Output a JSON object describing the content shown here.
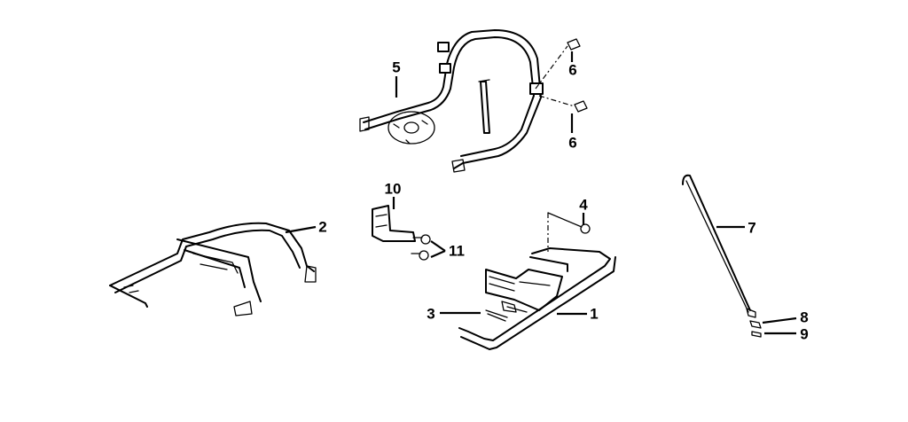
{
  "callouts": {
    "c1": "1",
    "c2": "2",
    "c3": "3",
    "c4": "4",
    "c5": "5",
    "c6a": "6",
    "c6b": "6",
    "c7": "7",
    "c8": "8",
    "c9": "9",
    "c10": "10",
    "c11": "11"
  }
}
